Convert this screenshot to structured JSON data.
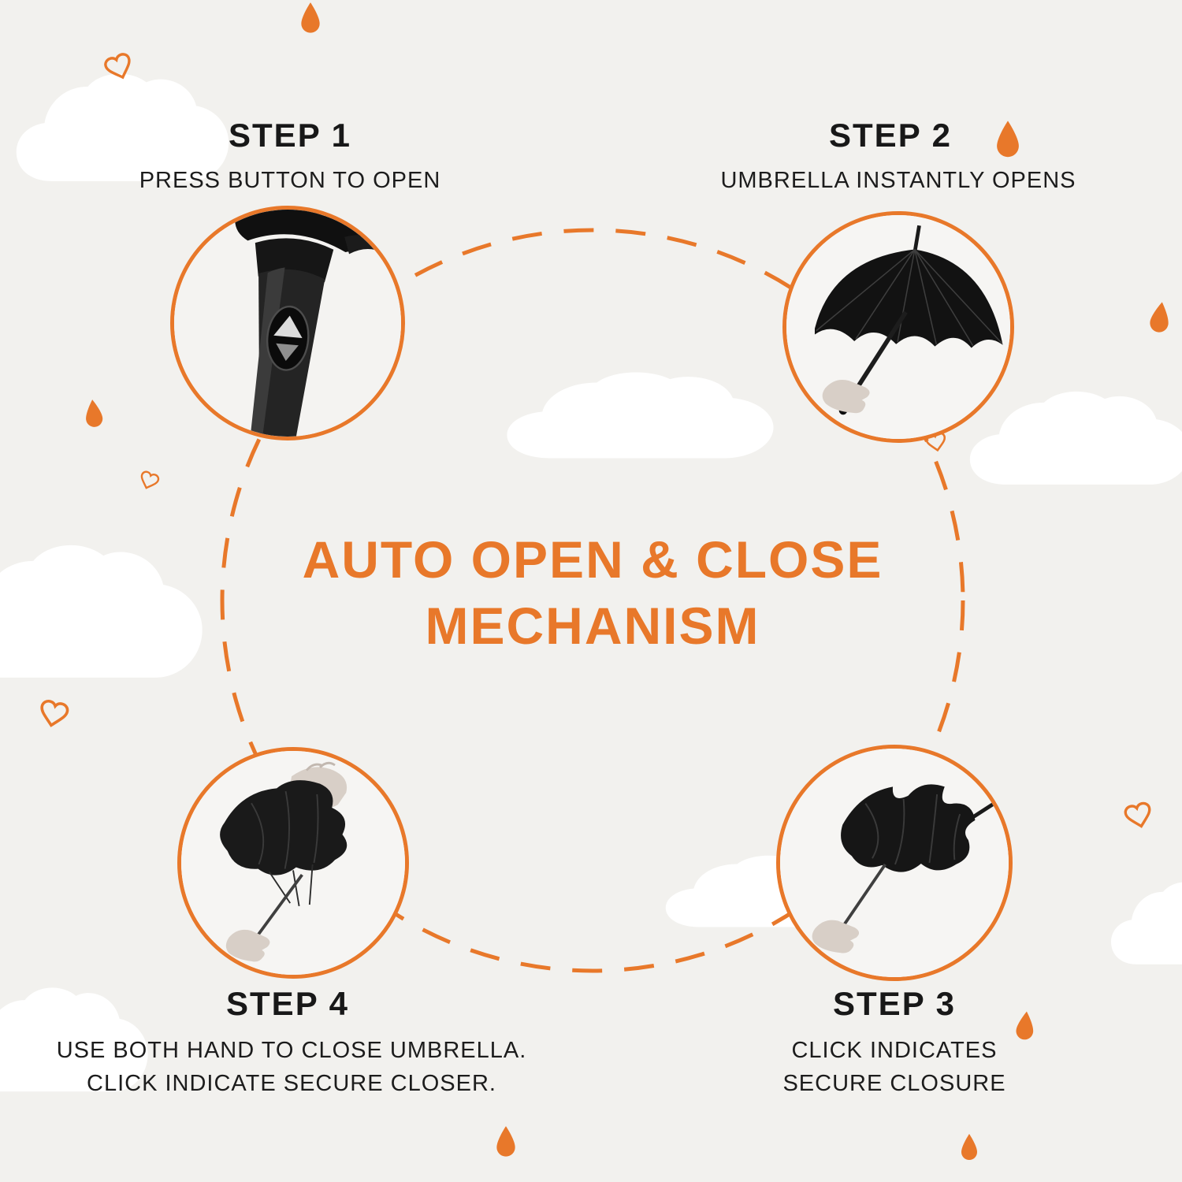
{
  "title": {
    "line1": "AUTO OPEN & CLOSE",
    "line2": "MECHANISM"
  },
  "steps": [
    {
      "label": "STEP 1",
      "caption": [
        "PRESS BUTTON TO OPEN"
      ],
      "image": "umbrella-handle-button-photo"
    },
    {
      "label": "STEP 2",
      "caption": [
        "UMBRELLA INSTANTLY OPENS"
      ],
      "image": "open-umbrella-photo"
    },
    {
      "label": "STEP 3",
      "caption": [
        "CLICK INDICATES",
        "SECURE CLOSURE"
      ],
      "image": "folded-umbrella-held-photo"
    },
    {
      "label": "STEP 4",
      "caption": [
        "USE BOTH HAND TO CLOSE UMBRELLA.",
        "CLICK INDICATE SECURE CLOSER."
      ],
      "image": "hands-closing-umbrella-photo"
    }
  ],
  "colors": {
    "accent": "#E8782A",
    "background": "#F2F1EE",
    "text": "#181818",
    "cloud": "#FFFFFF"
  },
  "decorations": {
    "raindrop_icon": "orange filled raindrop",
    "heart_icon": "orange outline heart",
    "cloud_shape": "white cloud"
  }
}
